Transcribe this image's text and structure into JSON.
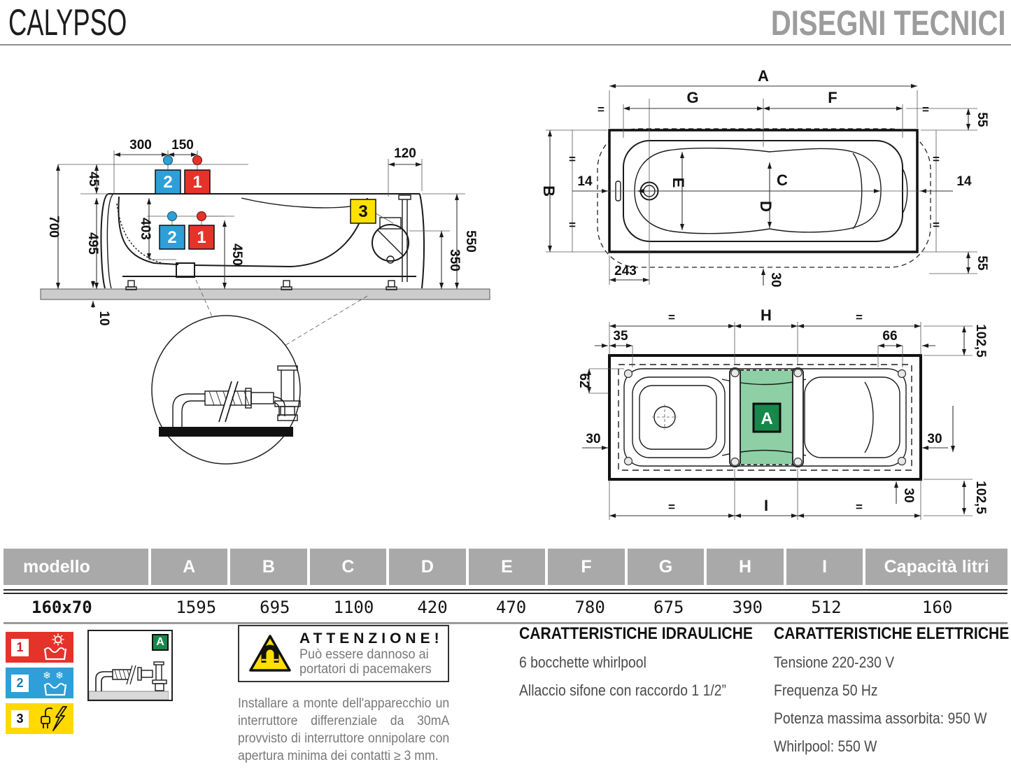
{
  "header": {
    "title": "CALYPSO",
    "subtitle": "DISEGNI TECNICI"
  },
  "side_view": {
    "dims": {
      "w300": "300",
      "w150": "150",
      "h45": "45",
      "h700": "700",
      "h495": "495",
      "h403": "403",
      "h450": "450",
      "h10": "10",
      "w120": "120",
      "h550": "550",
      "h350": "350"
    },
    "badges": {
      "hot": "1",
      "cold": "2",
      "electric": "3"
    }
  },
  "top_view": {
    "dims": {
      "a": "A",
      "g": "G",
      "f": "F",
      "b": "B",
      "c": "C",
      "d": "D",
      "e": "E",
      "eq": "=",
      "n55": "55",
      "n14": "14",
      "n243": "243",
      "n30": "30"
    }
  },
  "bottom_view": {
    "dims": {
      "h": "H",
      "i": "I",
      "eq": "=",
      "n35": "35",
      "n66": "66",
      "n62": "62",
      "n30": "30",
      "n1025": "102,5",
      "zone": "A"
    }
  },
  "table": {
    "headers": [
      "modello",
      "A",
      "B",
      "C",
      "D",
      "E",
      "F",
      "G",
      "H",
      "I",
      "Capacità litri"
    ],
    "row": {
      "model": "160x70",
      "values": [
        "1595",
        "695",
        "1100",
        "420",
        "470",
        "780",
        "675",
        "390",
        "512",
        "160"
      ]
    }
  },
  "legend": {
    "items": [
      {
        "num": "1"
      },
      {
        "num": "2"
      },
      {
        "num": "3"
      }
    ]
  },
  "detail_box": {
    "badge": "A"
  },
  "attention": {
    "title": "ATTENZIONE!",
    "line1": "Può essere dannoso ai",
    "line2": "portatori di pacemakers"
  },
  "install_note": "Installare a monte dell'apparecchio un interruttore differenziale da 30mA provvisto di interruttore onnipolare con apertura minima dei contatti ≥ 3 mm.",
  "hydraulic": {
    "title": "CARATTERISTICHE IDRAULICHE",
    "lines": [
      "6 bocchette whirlpool",
      "Allaccio sifone con raccordo 1 1/2”"
    ]
  },
  "electric": {
    "title": "CARATTERISTICHE ELETTRICHE",
    "lines": [
      "Tensione 220-230 V",
      "Frequenza 50 Hz",
      "Potenza massima assorbita: 950 W",
      "Whirlpool: 550 W"
    ]
  },
  "colors": {
    "red": "#e5332a",
    "blue": "#2e9fd8",
    "yellow": "#ffd900",
    "green_light": "#8fcfa5",
    "green_dark": "#17874b",
    "header_gray": "#a9a9a9"
  }
}
